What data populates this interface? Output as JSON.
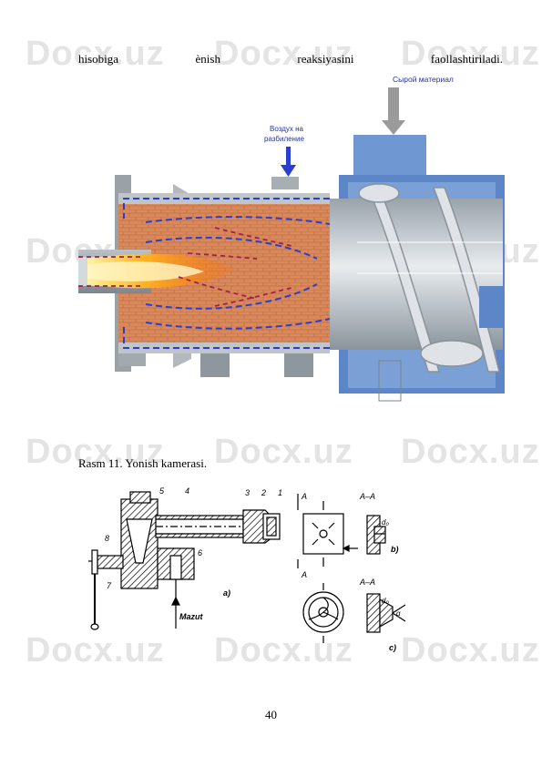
{
  "watermark": "Docx.uz",
  "text_line": {
    "words": [
      "hisobiga",
      "ènish",
      "reaksiyasini",
      "faollashtiriladi."
    ]
  },
  "figure1": {
    "label_raw_material": "Сырой материал",
    "label_air_line1": "Воздух на",
    "label_air_line2": "разбиление"
  },
  "caption": "Rasm 11. Yonish kamerasi.",
  "figure2": {
    "labels": {
      "n5": "5",
      "n4": "4",
      "n3": "3",
      "n2": "2",
      "n1": "1",
      "n8": "8",
      "n7": "7",
      "n6": "6",
      "fuel": "Mazut",
      "a": "a)",
      "b": "b)",
      "c": "c)",
      "section_b": "A–A",
      "section_c": "A–A",
      "A": "A",
      "d0": "d₀",
      "alpha": "α"
    }
  },
  "page_number": "40"
}
